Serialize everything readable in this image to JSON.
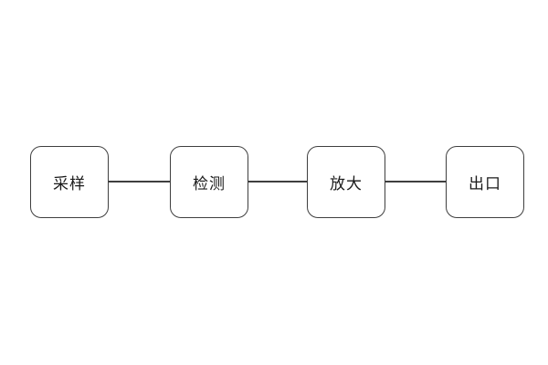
{
  "diagram": {
    "type": "flowchart",
    "direction": "left-to-right",
    "nodes": [
      {
        "id": "node-1",
        "label": "采样"
      },
      {
        "id": "node-2",
        "label": "检测"
      },
      {
        "id": "node-3",
        "label": "放大"
      },
      {
        "id": "node-4",
        "label": "出口"
      }
    ],
    "connections": [
      {
        "from": "采样",
        "to": "检测",
        "style": "plain-line"
      },
      {
        "from": "检测",
        "to": "放大",
        "style": "plain-line"
      },
      {
        "from": "放大",
        "to": "出口",
        "style": "plain-line"
      }
    ],
    "colors": {
      "background": "#ffffff",
      "node_fill": "#ffffff",
      "node_border": "#3f3f3f",
      "connector": "#3f3f3f",
      "label_text": "#1a1a1a"
    }
  }
}
